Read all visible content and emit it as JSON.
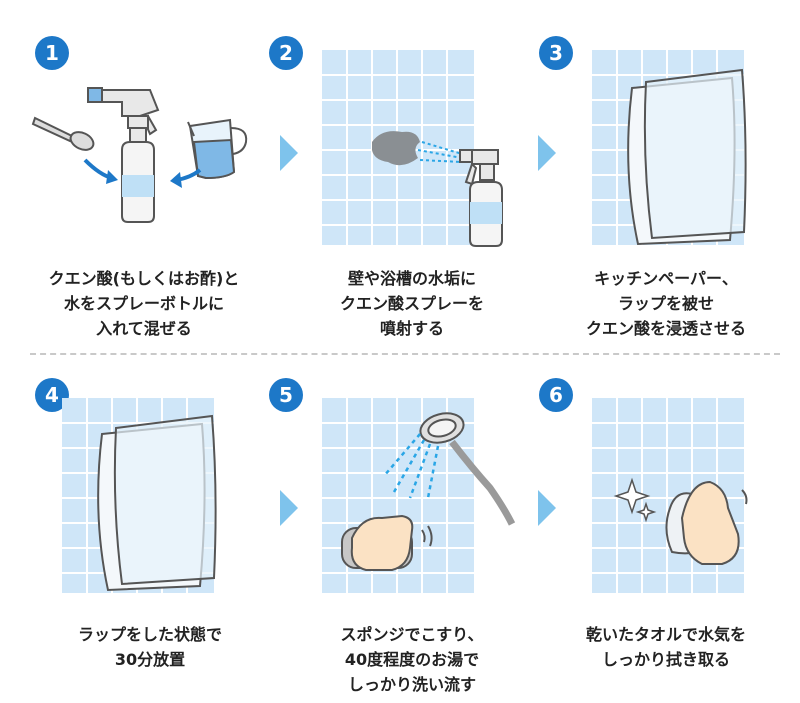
{
  "steps": [
    {
      "number": "1",
      "caption": "クエン酸(もしくはお酢)と\n水をスプレーボトルに\n入れて混ぜる"
    },
    {
      "number": "2",
      "caption": "壁や浴槽の水垢に\nクエン酸スプレーを\n噴射する"
    },
    {
      "number": "3",
      "caption": "キッチンペーパー、\nラップを被せ\nクエン酸を浸透させる"
    },
    {
      "number": "4",
      "caption": "ラップをした状態で\n30分放置"
    },
    {
      "number": "5",
      "caption": "スポンジでこすり、\n40度程度のお湯で\nしっかり洗い流す"
    },
    {
      "number": "6",
      "caption": "乾いたタオルで水気を\nしっかり拭き取る"
    }
  ],
  "colors": {
    "badge": "#1d78c8",
    "arrow": "#7ec3ec",
    "tile": "#cfe6f8",
    "grout": "#ffffff"
  }
}
